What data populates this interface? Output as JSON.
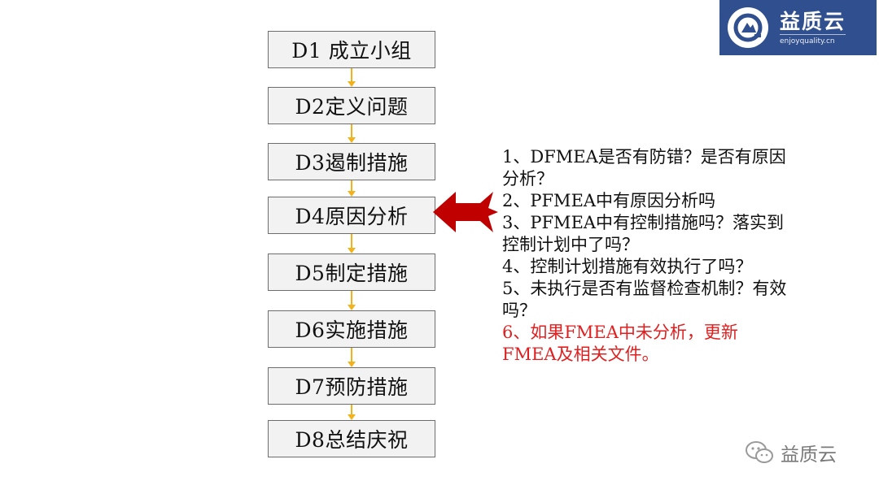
{
  "steps": [
    "D1 成立小组",
    "D2定义问题",
    "D3遏制措施",
    "D4原因分析",
    "D5制定措施",
    "D6实施措施",
    "D7预防措施",
    "D8总结庆祝"
  ],
  "notes": [
    {
      "text": "1、DFMEA是否有防错？是否有原因分析？",
      "color": "#111111"
    },
    {
      "text": "2、PFMEA中有原因分析吗",
      "color": "#111111"
    },
    {
      "text": "3、PFMEA中有控制措施吗？落实到控制计划中了吗？",
      "color": "#111111"
    },
    {
      "text": "4、控制计划措施有效执行了吗？",
      "color": "#111111"
    },
    {
      "text": "5、未执行是否有监督检查机制？有效吗？",
      "color": "#111111"
    },
    {
      "text": "6、如果FMEA中未分析，更新FMEA及相关文件。",
      "color": "#e02020"
    }
  ],
  "logo": {
    "name": "益质云",
    "domain": "enjoyquality.cn",
    "bg_color": "#2f4f8f"
  },
  "watermark": {
    "text": "益质云",
    "icon": "wechat-icon"
  },
  "colors": {
    "connector": "#f2b21b",
    "arrow": "#c00000",
    "box_fill": "#f2f2f2",
    "box_border": "#6d6d6d"
  }
}
